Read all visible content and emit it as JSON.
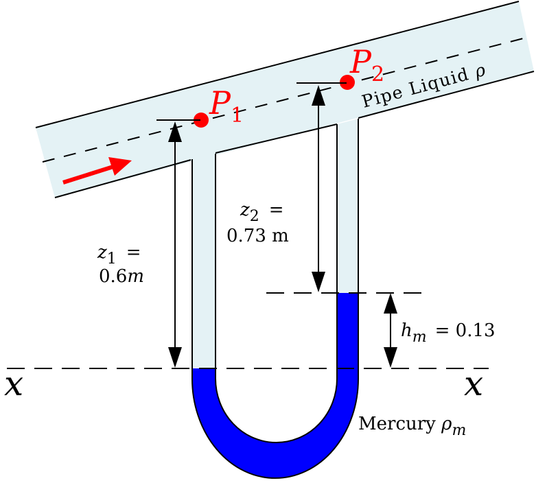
{
  "colors": {
    "pipe_fill": "#e4f2f5",
    "mercury": "#0000ff",
    "point": "#ff0000",
    "arrow": "#ff0000",
    "line": "#000000"
  },
  "labels": {
    "p1": {
      "main": "P",
      "sub": "1"
    },
    "p2": {
      "main": "P",
      "sub": "2"
    },
    "pipe_liquid": "Pipe Liquid ",
    "pipe_liquid_symbol": "ρ",
    "z1": {
      "var": "z",
      "sub": "1",
      "eq": "=",
      "value": "0.6",
      "unit": "m"
    },
    "z2": {
      "var": "z",
      "sub": "2",
      "eq": "=",
      "value": "0.73 m"
    },
    "hm": {
      "var": "h",
      "sub": "m",
      "rest": "= 0.13"
    },
    "x_left": "x",
    "x_right": "x",
    "mercury": "Mercury ",
    "mercury_symbol": "ρ",
    "mercury_symbol_sub": "m"
  }
}
